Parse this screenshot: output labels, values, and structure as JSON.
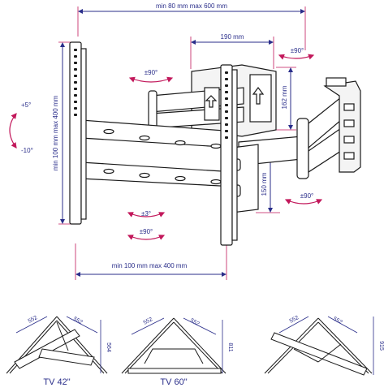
{
  "dimensions": {
    "top_width": "min 80 mm max 600 mm",
    "arm_width": "190 mm",
    "arm_height": "162 mm",
    "lower_offset": "150 mm",
    "vertical_range": "min 100 mm max 400 mm",
    "horizontal_range": "min 100 mm max 400 mm"
  },
  "rotations": {
    "tilt_up": "+5°",
    "tilt_down": "-10°",
    "swivel_top_left": "±90°",
    "swivel_top_right": "±90°",
    "swivel_lower_right": "±90°",
    "level": "±3°",
    "swivel_bottom": "±90°"
  },
  "corner_views": [
    {
      "label": "TV 42\"",
      "side_a": "552",
      "side_b": "552",
      "height": "564"
    },
    {
      "label": "TV 60\"",
      "side_a": "552",
      "side_b": "552",
      "height": "811"
    },
    {
      "label": "",
      "side_a": "552",
      "side_b": "552",
      "height": "915"
    }
  ],
  "colors": {
    "dimension": "#2a2e8a",
    "rotation": "#c2185b",
    "line": "#1a1a1a"
  }
}
